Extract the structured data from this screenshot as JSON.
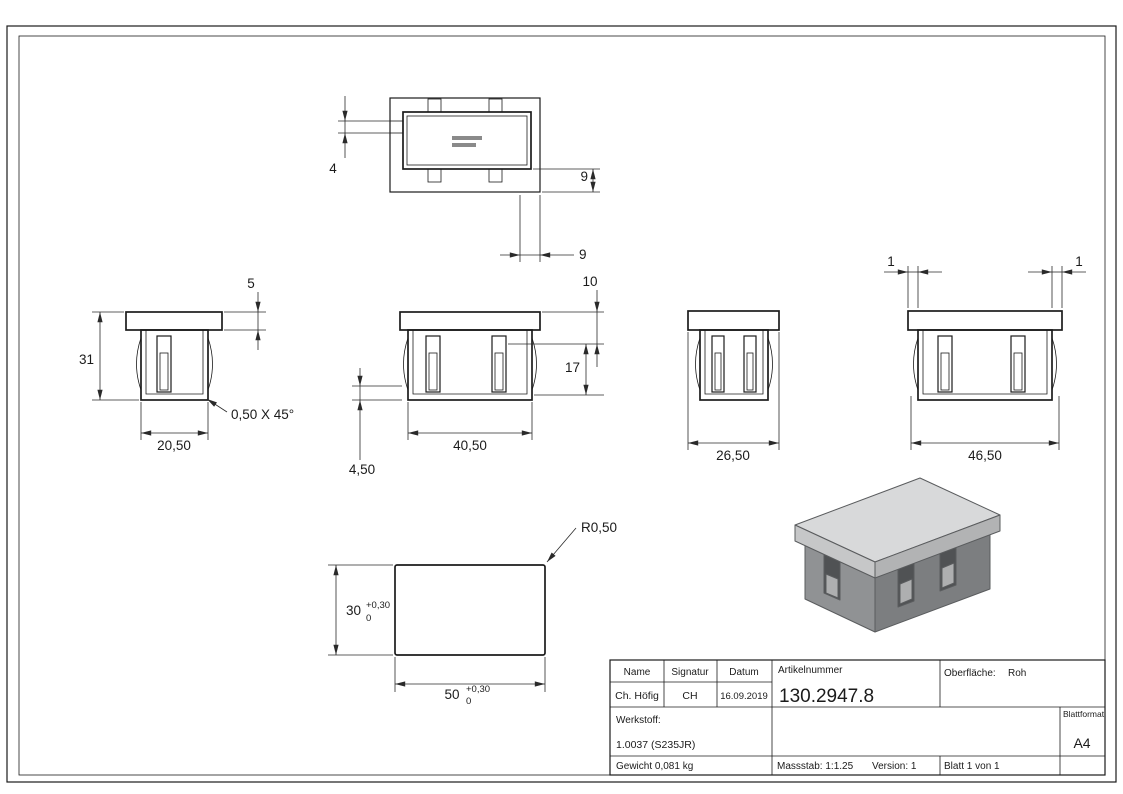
{
  "dims": {
    "top_tab": "4",
    "top_v9": "9",
    "top_h9": "9",
    "flange_thk": "5",
    "height": "31",
    "w2050": "20,50",
    "chamfer": "0,50 X 45°",
    "d10": "10",
    "d17": "17",
    "w4050": "40,50",
    "d450": "4,50",
    "w2650": "26,50",
    "wall_l": "1",
    "wall_r": "1",
    "w4650": "46,50",
    "h30": "30",
    "h30_tp": "+0,30",
    "h30_t0": "0",
    "w50": "50",
    "w50_tp": "+0,30",
    "w50_t0": "0",
    "r050": "R0,50"
  },
  "title_block": {
    "name_label": "Name",
    "signatur_label": "Signatur",
    "datum_label": "Datum",
    "artikelnummer_label": "Artikelnummer",
    "oberflaeche_label": "Oberfläche:",
    "oberflaeche_value": "Roh",
    "name_value": "Ch. Höfig",
    "signatur_value": "CH",
    "datum_value": "16.09.2019",
    "artikelnummer_value": "130.2947.8",
    "werkstoff_label": "Werkstoff:",
    "werkstoff_value": "1.0037 (S235JR)",
    "gewicht": "Gewicht 0,081 kg",
    "massstab": "Massstab: 1:1.25",
    "version": "Version: 1",
    "blatt": "Blatt 1 von 1",
    "blattformat_label": "Blattformat",
    "blattformat_value": "A4"
  }
}
